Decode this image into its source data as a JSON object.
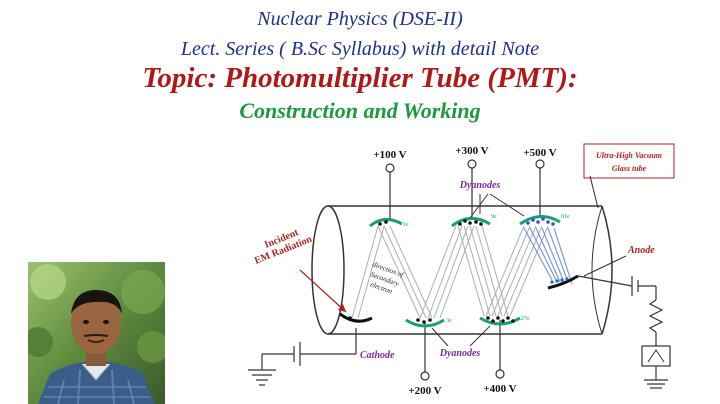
{
  "header": {
    "line1": "Nuclear Physics (DSE-II)",
    "line2": "Lect. Series ( B.Sc  Syllabus) with detail Note",
    "topic": "Topic: Photomultiplier Tube (PMT):",
    "subtopic": "Construction and Working"
  },
  "diagram": {
    "voltages": [
      "+100 V",
      "+300 V",
      "+500 V",
      "+200 V",
      "+400 V"
    ],
    "vacuum_label_1": "Ultra-High Vacuum",
    "vacuum_label_2": "Glass tube",
    "dynodes_label": "Dyanodes",
    "anode_label": "Anode",
    "cathode_label": "Cathode",
    "radiation_label_1": "Incident",
    "radiation_label_2": "EM Radiation",
    "secondary_1": "direction of",
    "secondary_2": "Secondary",
    "secondary_3": "electron",
    "electron_mult_1": "1e",
    "electron_mult_2": "3e",
    "electron_mult_3": "9e",
    "electron_mult_4": "27e",
    "electron_mult_5": "81e"
  },
  "colors": {
    "title_blue": "#1f2f8f",
    "topic_red": "#b01818",
    "subtopic_green": "#1a9a3a",
    "dynode_label": "#7a2a9a",
    "anode_label": "#b02222",
    "dynode_green": "#1aa070",
    "electron_blue": "#2a5ad0"
  }
}
